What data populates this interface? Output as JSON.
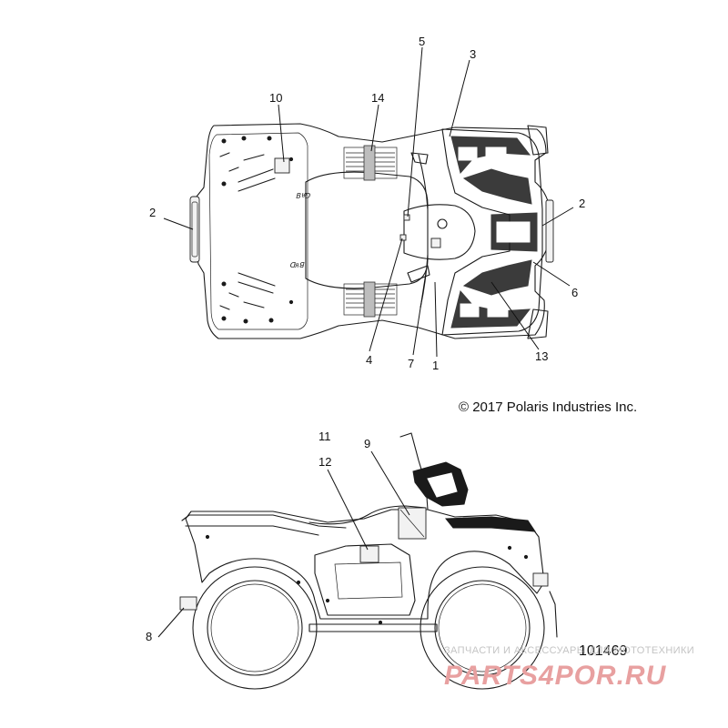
{
  "callouts": {
    "c1": "1",
    "c2a": "2",
    "c2b": "2",
    "c3": "3",
    "c4": "4",
    "c5": "5",
    "c6": "6",
    "c7": "7",
    "c8": "8",
    "c9": "9",
    "c10": "10",
    "c11": "11",
    "c12": "12",
    "c13": "13",
    "c14": "14"
  },
  "copyright": "© 2017 Polaris Industries Inc.",
  "part_number": "101469",
  "watermark": {
    "line1": "ЗАПЧАСТИ И АКСЕССУАРЫ ДЛЯ МОТОТЕХНИКИ",
    "line2": "PARTS4POR.RU"
  },
  "decal_text": {
    "fender_left": "ꓷᴙꓭ",
    "fender_right": "ꓷᴙꓭ"
  },
  "colors": {
    "line": "#1a1a1a",
    "watermark_red": "#e8a0a0",
    "watermark_gray": "#c4c4c4"
  }
}
